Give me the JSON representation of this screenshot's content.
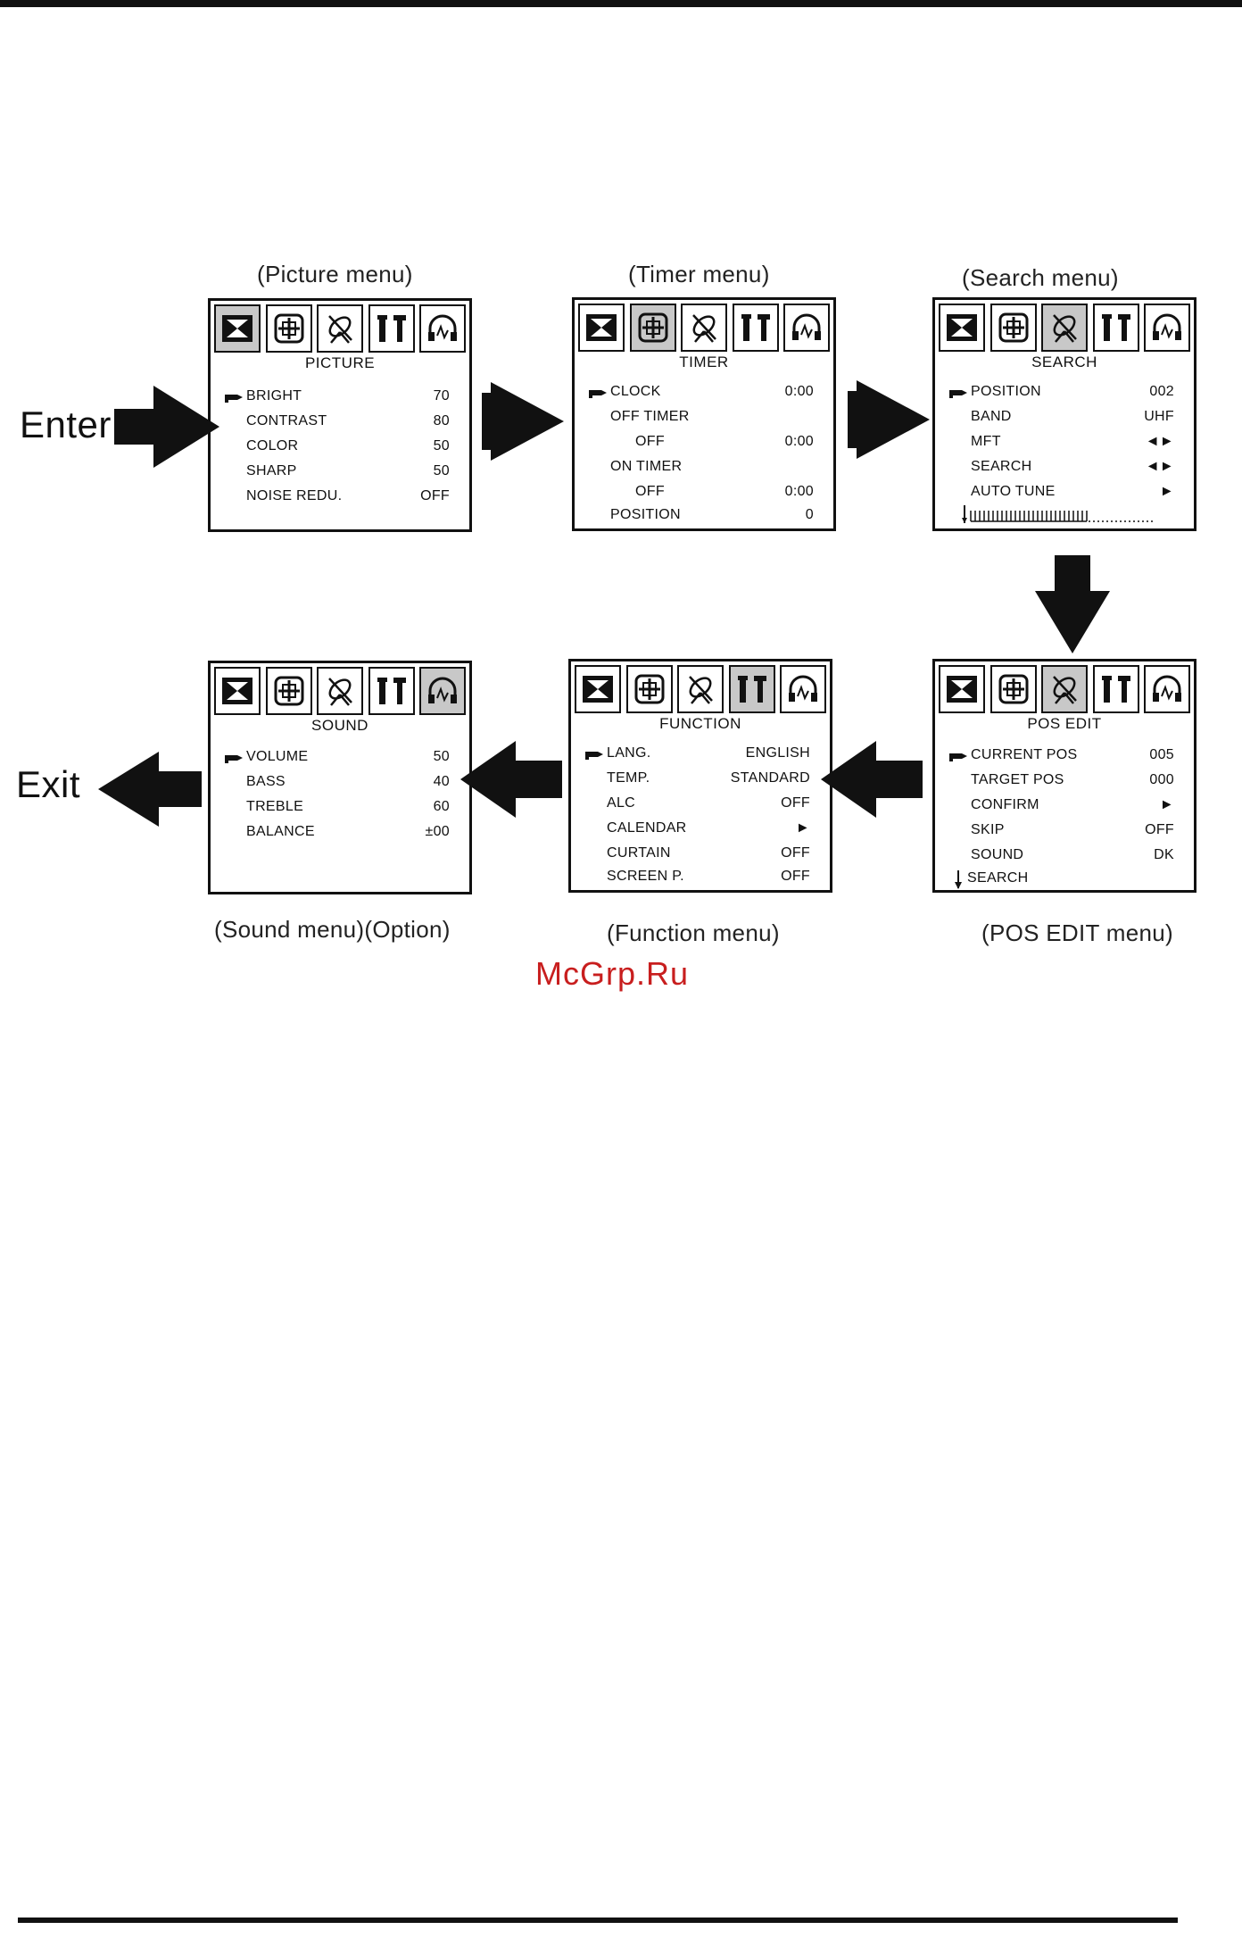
{
  "labels": {
    "enter": "Enter",
    "exit": "Exit",
    "watermark": "McGrp.Ru"
  },
  "captions": {
    "picture": "(Picture menu)",
    "timer": "(Timer menu)",
    "search": "(Search menu)",
    "sound": "(Sound menu)(Option)",
    "function": "(Function menu)",
    "posedit": "(POS EDIT menu)"
  },
  "menus": {
    "picture": {
      "title": "PICTURE",
      "rows": [
        {
          "label": "BRIGHT",
          "value": "70"
        },
        {
          "label": "CONTRAST",
          "value": "80"
        },
        {
          "label": "COLOR",
          "value": "50"
        },
        {
          "label": "SHARP",
          "value": "50"
        },
        {
          "label": "NOISE REDU.",
          "value": "OFF"
        }
      ]
    },
    "timer": {
      "title": "TIMER",
      "rows": [
        {
          "label": "CLOCK",
          "value": "0:00"
        },
        {
          "label": "OFF TIMER",
          "value": ""
        },
        {
          "label": "OFF",
          "value": "0:00"
        },
        {
          "label": "ON TIMER",
          "value": ""
        },
        {
          "label": "OFF",
          "value": "0:00"
        },
        {
          "label": "POSITION",
          "value": "0"
        }
      ]
    },
    "search": {
      "title": "SEARCH",
      "rows": [
        {
          "label": "POSITION",
          "value": "002"
        },
        {
          "label": "BAND",
          "value": "UHF"
        },
        {
          "label": "MFT",
          "value": "◄►"
        },
        {
          "label": "SEARCH",
          "value": "◄►"
        },
        {
          "label": "AUTO TUNE",
          "value": "►"
        }
      ]
    },
    "sound": {
      "title": "SOUND",
      "rows": [
        {
          "label": "VOLUME",
          "value": "50"
        },
        {
          "label": "BASS",
          "value": "40"
        },
        {
          "label": "TREBLE",
          "value": "60"
        },
        {
          "label": "BALANCE",
          "value": "±00"
        }
      ]
    },
    "function": {
      "title": "FUNCTION",
      "rows": [
        {
          "label": "LANG.",
          "value": "ENGLISH"
        },
        {
          "label": "TEMP.",
          "value": "STANDARD"
        },
        {
          "label": "ALC",
          "value": "OFF"
        },
        {
          "label": "CALENDAR",
          "value": "►"
        },
        {
          "label": "CURTAIN",
          "value": "OFF"
        },
        {
          "label": "SCREEN P.",
          "value": "OFF"
        }
      ]
    },
    "posedit": {
      "title": "POS EDIT",
      "rows": [
        {
          "label": "CURRENT POS",
          "value": "005"
        },
        {
          "label": "TARGET POS",
          "value": "000"
        },
        {
          "label": "CONFIRM",
          "value": "►"
        },
        {
          "label": "SKIP",
          "value": "OFF"
        },
        {
          "label": "SOUND",
          "value": "DK"
        },
        {
          "label": "SEARCH",
          "value": ""
        }
      ]
    }
  },
  "icons": [
    "picture-icon",
    "timer-icon",
    "search-satellite-icon",
    "function-tools-icon",
    "sound-headphone-icon"
  ]
}
